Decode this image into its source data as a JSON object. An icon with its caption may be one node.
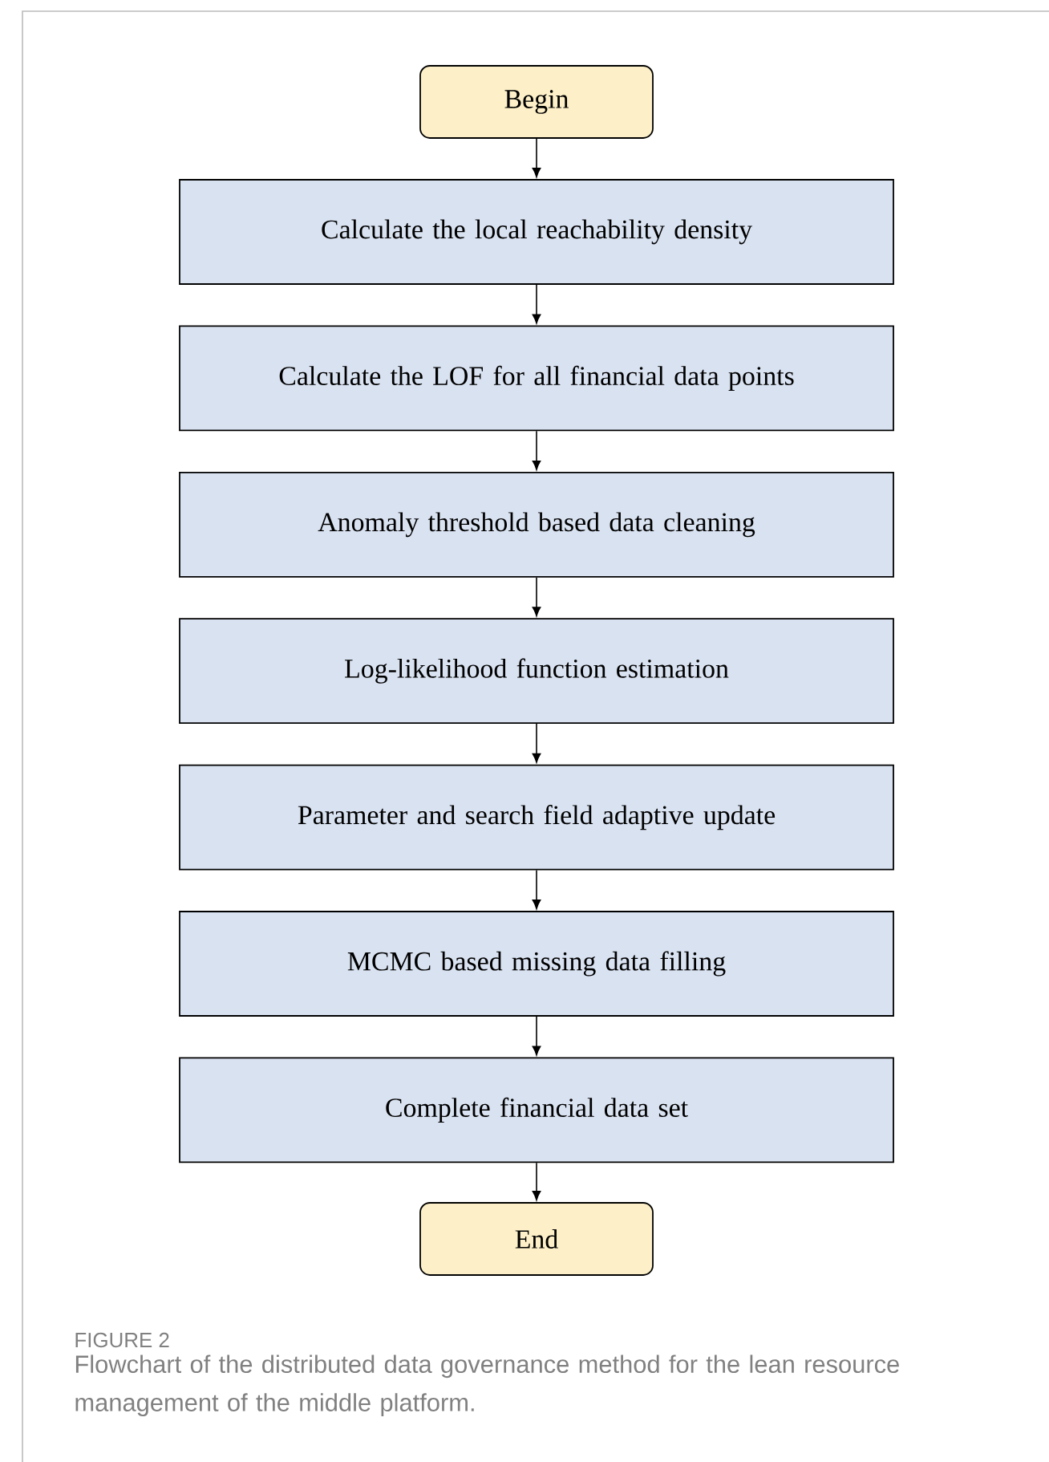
{
  "diagram": {
    "caption": "Flowchart of the distributed data governance method for the lean resource management of the middle platform.",
    "nodes": [
      {
        "text": [
          "Begin"
        ]
      },
      {
        "text": [
          "Calculate the local reachability density"
        ]
      },
      {
        "text": [
          "Calculate the LOF for all financial data points"
        ]
      },
      {
        "text": [
          "Anomaly threshold based data cleaning"
        ]
      },
      {
        "text": [
          "Log-likelihood function estimation"
        ]
      },
      {
        "text": [
          "Parameter and search field adaptive update"
        ]
      },
      {
        "text": [
          "MCMC based missing data filling"
        ]
      },
      {
        "text": [
          "Complete financial data set"
        ]
      },
      {
        "text": [
          "End"
        ]
      }
    ],
    "edges": [
      {
        "from": 0,
        "to": 1,
        "arrow": "to"
      },
      {
        "from": 1,
        "to": 2,
        "arrow": "to"
      },
      {
        "from": 2,
        "to": 3,
        "arrow": "to"
      },
      {
        "from": 3,
        "to": 4,
        "arrow": "to"
      },
      {
        "from": 4,
        "to": 5,
        "arrow": "to"
      },
      {
        "from": 5,
        "to": 6,
        "arrow": "to"
      },
      {
        "from": 6,
        "to": 7,
        "arrow": "to"
      },
      {
        "from": 7,
        "to": 8,
        "arrow": "to"
      }
    ],
    "labels": [
      "FIGURE 2"
    ]
  }
}
